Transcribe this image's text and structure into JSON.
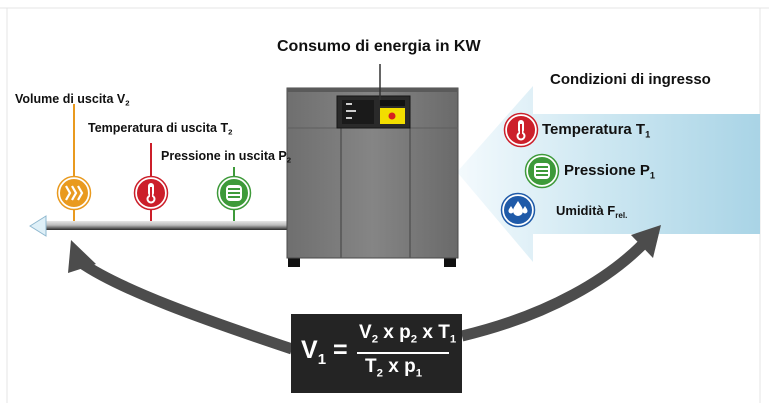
{
  "top_label": {
    "text": "Consumo di energia in KW"
  },
  "outlet": {
    "volume": {
      "text": "Volume di uscita V",
      "sub": "2"
    },
    "temperature": {
      "text": "Temperatura di uscita T",
      "sub": "2"
    },
    "pressure": {
      "text": "Pressione in uscita P",
      "sub": "2"
    }
  },
  "inlet": {
    "title": "Condizioni di ingresso",
    "temperature": {
      "text": "Temperatura T",
      "sub": "1"
    },
    "pressure": {
      "text": "Pressione P",
      "sub": "1"
    },
    "humidity": {
      "text": "Umidità F",
      "sub": "rel."
    }
  },
  "formula": {
    "lhs": "V",
    "lhs_sub": "1",
    "equals": "=",
    "num_v": "V",
    "num_v_sub": "2",
    "num_x1": " x p",
    "num_p_sub": "2",
    "num_x2": " x T",
    "num_t_sub": "1",
    "den_t": "T",
    "den_t_sub": "2",
    "den_x": " x p",
    "den_p_sub": "1"
  },
  "colors": {
    "volume": "#e99a1f",
    "temperature": "#cc1f2a",
    "pressure": "#3e9a3a",
    "humidity": "#1f5aa8",
    "inlet_arrow": "#bfe0ee",
    "compressor": "#7b7b7b",
    "panel_yellow": "#f2de00"
  },
  "icons": {
    "volume": "airflow-icon",
    "temperature": "thermometer-icon",
    "pressure": "pressure-icon",
    "humidity": "water-drops-icon"
  }
}
